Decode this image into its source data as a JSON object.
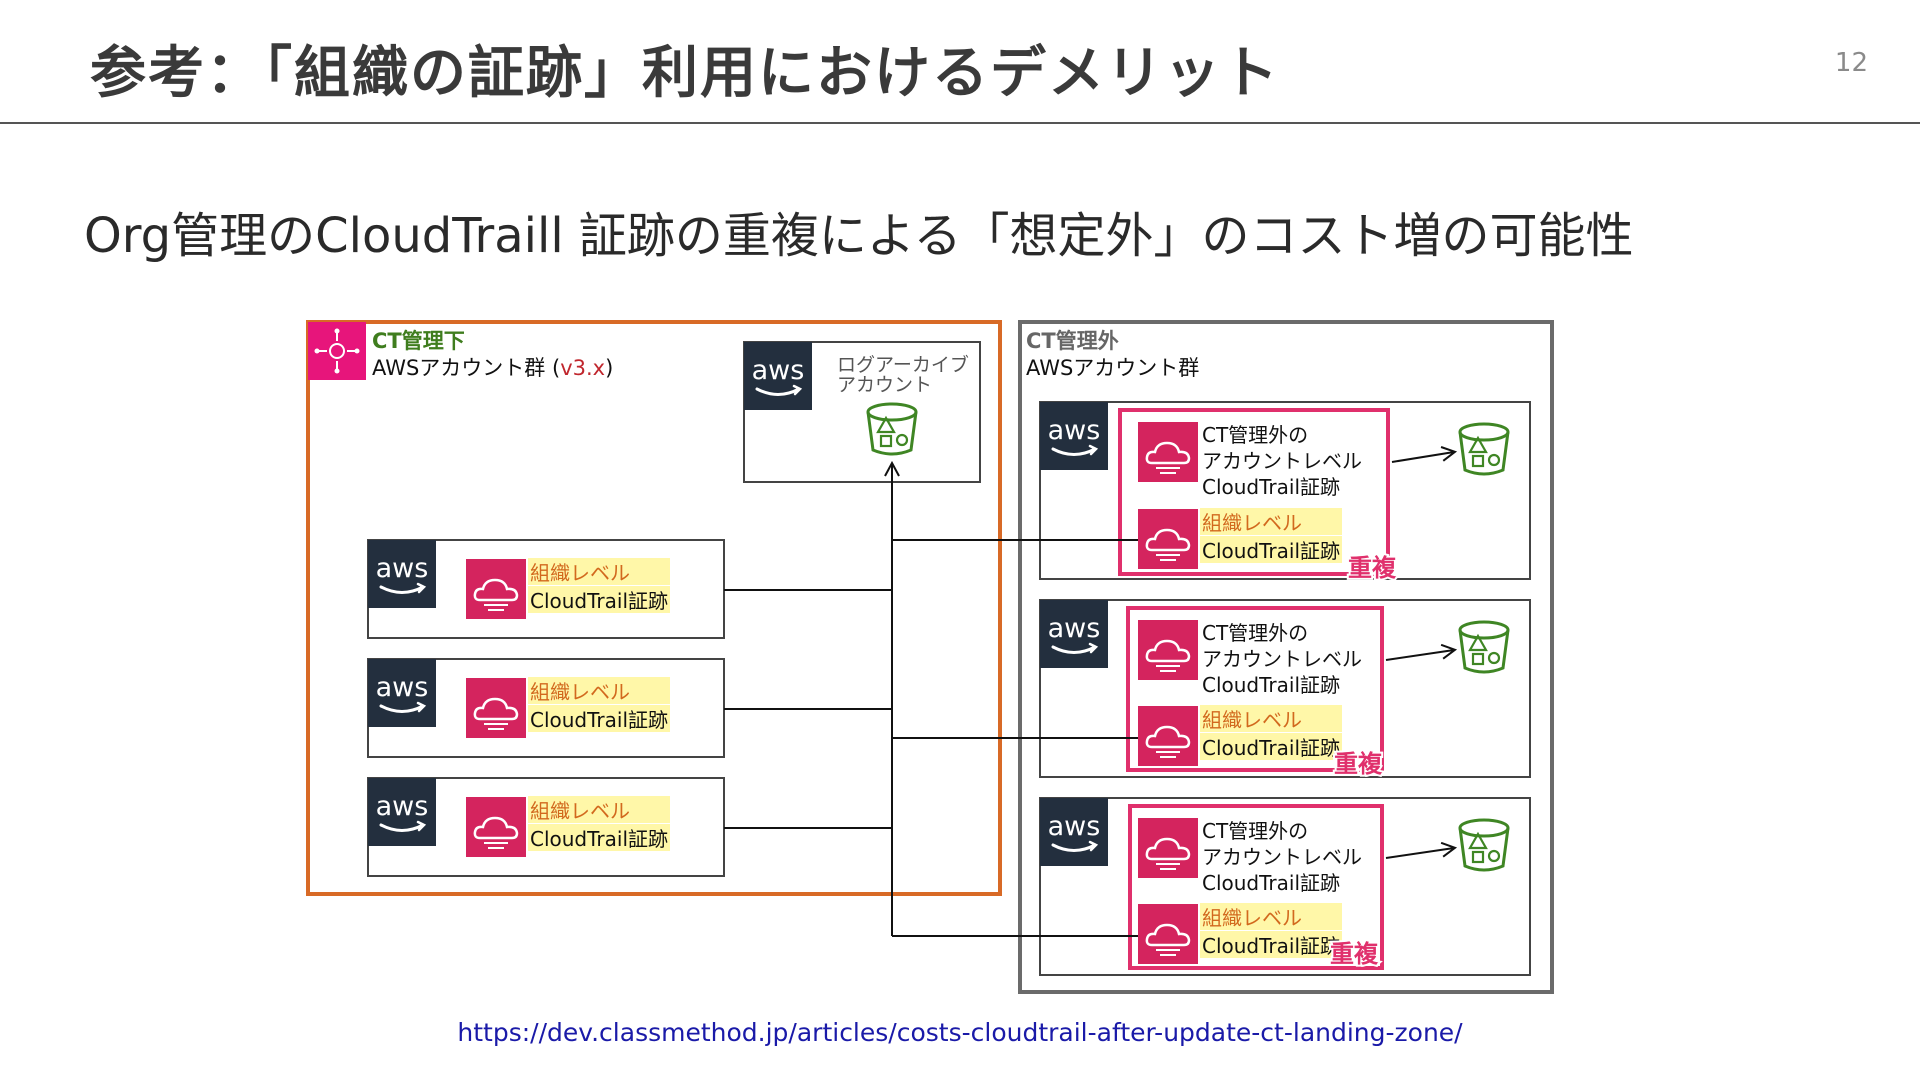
{
  "slide": {
    "title": "参考：「組織の証跡」利用におけるデメリット",
    "page_number": "12",
    "subtitle": "Org管理のCloudTraill 証跡の重複による「想定外」のコスト増の可能性",
    "source_url": "https://dev.classmethod.jp/articles/costs-cloudtrail-after-update-ct-landing-zone/"
  },
  "diagram": {
    "managed_group": {
      "label_line1": "CT管理下",
      "label_line2_prefix": "AWSアカウント群 (",
      "label_version": "v3.x",
      "label_line2_suffix": ")",
      "log_archive": {
        "aws_logo": "aws",
        "label_line1": "ログアーカイブ",
        "label_line2": "アカウント"
      },
      "accounts": [
        {
          "aws_logo": "aws",
          "trail_line1": "組織レベル",
          "trail_line2": "CloudTrail証跡"
        },
        {
          "aws_logo": "aws",
          "trail_line1": "組織レベル",
          "trail_line2": "CloudTrail証跡"
        },
        {
          "aws_logo": "aws",
          "trail_line1": "組織レベル",
          "trail_line2": "CloudTrail証跡"
        }
      ]
    },
    "unmanaged_group": {
      "label_line1": "CT管理外",
      "label_line2": "AWSアカウント群",
      "accounts": [
        {
          "aws_logo": "aws",
          "account_trail_line1": "CT管理外の",
          "account_trail_line2": "アカウントレベル",
          "account_trail_line3": "CloudTrail証跡",
          "org_trail_line1": "組織レベル",
          "org_trail_line2": "CloudTrail証跡",
          "duplicate_label": "重複"
        },
        {
          "aws_logo": "aws",
          "account_trail_line1": "CT管理外の",
          "account_trail_line2": "アカウントレベル",
          "account_trail_line3": "CloudTrail証跡",
          "org_trail_line1": "組織レベル",
          "org_trail_line2": "CloudTrail証跡",
          "duplicate_label": "重複"
        },
        {
          "aws_logo": "aws",
          "account_trail_line1": "CT管理外の",
          "account_trail_line2": "アカウントレベル",
          "account_trail_line3": "CloudTrail証跡",
          "org_trail_line1": "組織レベル",
          "org_trail_line2": "CloudTrail証跡",
          "duplicate_label": "重複"
        }
      ]
    },
    "colors": {
      "managed_border": "#d86a26",
      "unmanaged_border": "#6b6b6b",
      "aws_navy": "#232f3e",
      "cloudtrail_pink": "#d4245e",
      "duplicate_red": "#e0306c",
      "bucket_green": "#3f8624",
      "highlight_yellow": "#fff7a8",
      "ct_green": "#3f7d1e",
      "version_red": "#c0262d"
    }
  }
}
